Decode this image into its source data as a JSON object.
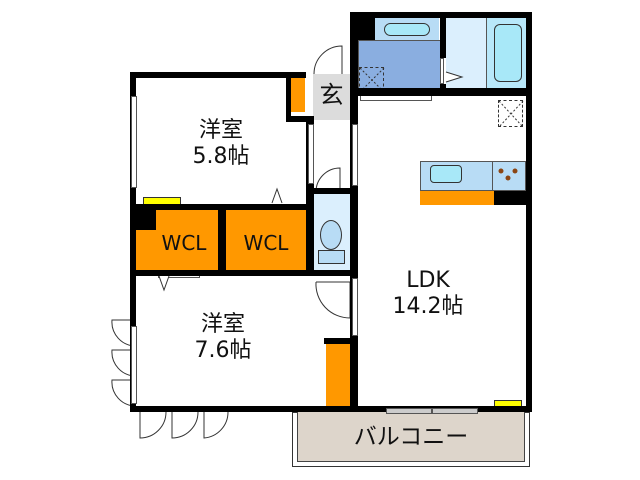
{
  "floorplan": {
    "rooms": [
      {
        "id": "western-room-1",
        "name": "洋室",
        "size": "5.8帖"
      },
      {
        "id": "western-room-2",
        "name": "洋室",
        "size": "7.6帖"
      },
      {
        "id": "ldk",
        "name": "LDK",
        "size": "14.2帖"
      },
      {
        "id": "wcl-1",
        "name": "WCL"
      },
      {
        "id": "wcl-2",
        "name": "WCL"
      },
      {
        "id": "entrance",
        "name": "玄"
      },
      {
        "id": "balcony",
        "name": "バルコニー"
      }
    ],
    "colors": {
      "wall": "#000000",
      "storage": "#ff9800",
      "wet_area": "#dbeffd",
      "washroom": "#8aaee0",
      "fixture": "#a8e8f8",
      "entrance": "#dcdcdc",
      "balcony": "#ddd5cb",
      "shelf": "#ffff00"
    }
  }
}
